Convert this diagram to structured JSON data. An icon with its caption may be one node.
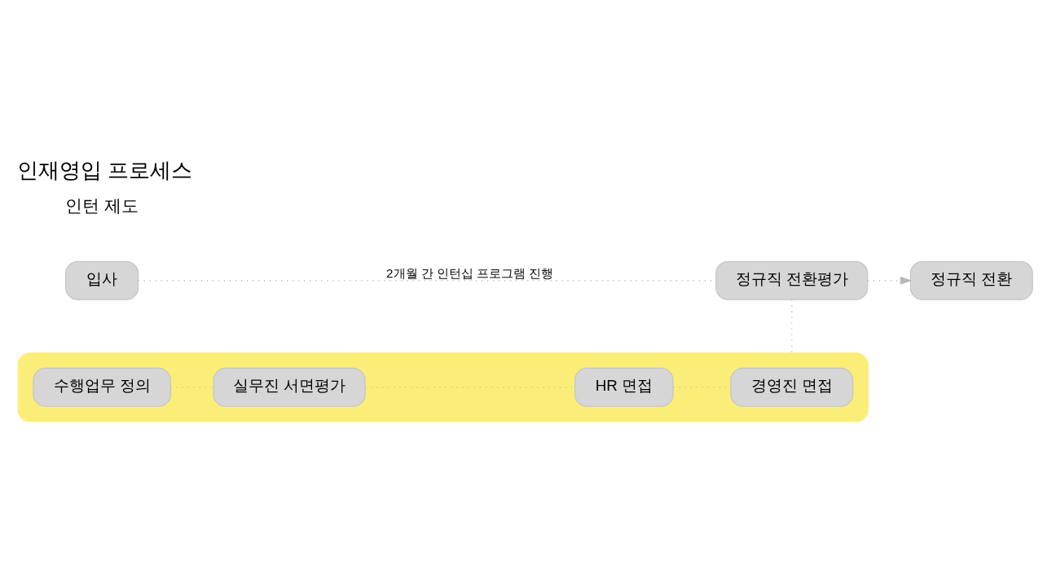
{
  "diagram": {
    "title": "인재영입 프로세스",
    "nodes": [
      {
        "text": [
          "입사"
        ]
      },
      {
        "text": [
          "정규직 전환평가"
        ]
      },
      {
        "text": [
          "정규직 전환"
        ]
      },
      {
        "text": [],
        "shape": "box"
      },
      {
        "text": [
          "수행업무 정의"
        ],
        "in": 3
      },
      {
        "text": [
          "실무진 서면평가"
        ],
        "in": 3
      },
      {
        "text": [
          "HR 면접"
        ],
        "in": 3
      },
      {
        "text": [
          "경영진 면접"
        ],
        "in": 3
      }
    ],
    "edges": [
      {
        "from": 0,
        "to": 1,
        "arrow": "none",
        "label": "2개월 간 인턴십 프로그램 진행",
        "style": "dashed"
      },
      {
        "from": 1,
        "to": 2,
        "arrow": "to",
        "style": "dashed"
      },
      {
        "from": 1,
        "to": 3,
        "arrow": "none",
        "style": "dashed"
      },
      {
        "from": 4,
        "to": 5,
        "arrow": "none",
        "style": "dashed"
      },
      {
        "from": 5,
        "to": 6,
        "arrow": "none",
        "style": "dashed"
      },
      {
        "from": 6,
        "to": 7,
        "arrow": "none",
        "style": "dashed"
      }
    ],
    "labels": [
      "인턴 제도"
    ]
  }
}
